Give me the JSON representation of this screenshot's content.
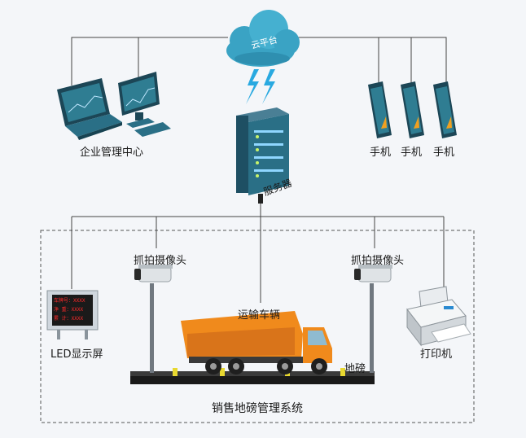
{
  "cloud": {
    "label": "云平台"
  },
  "server": {
    "label": "服务器"
  },
  "enterprise": {
    "label": "企业管理中心"
  },
  "phones": {
    "labels": [
      "手机",
      "手机",
      "手机"
    ]
  },
  "system": {
    "label": "销售地磅管理系统"
  },
  "cameras": {
    "labels": [
      "抓拍摄像头",
      "抓拍摄像头"
    ]
  },
  "led": {
    "label": "LED显示屏",
    "rows": [
      {
        "key": "车牌号：",
        "val": "XXXX"
      },
      {
        "key": "净    重：",
        "val": "XXXX"
      },
      {
        "key": "累    计：",
        "val": "XXXX"
      }
    ]
  },
  "truck": {
    "label": "运输车辆"
  },
  "scale": {
    "label": "地磅"
  },
  "printer": {
    "label": "打印机"
  },
  "colors": {
    "line": "#444444",
    "device": "#2a6f86",
    "cloud": "#3aa3c4",
    "truck": "#f08a1c",
    "led_text": "#ff2a2a"
  }
}
